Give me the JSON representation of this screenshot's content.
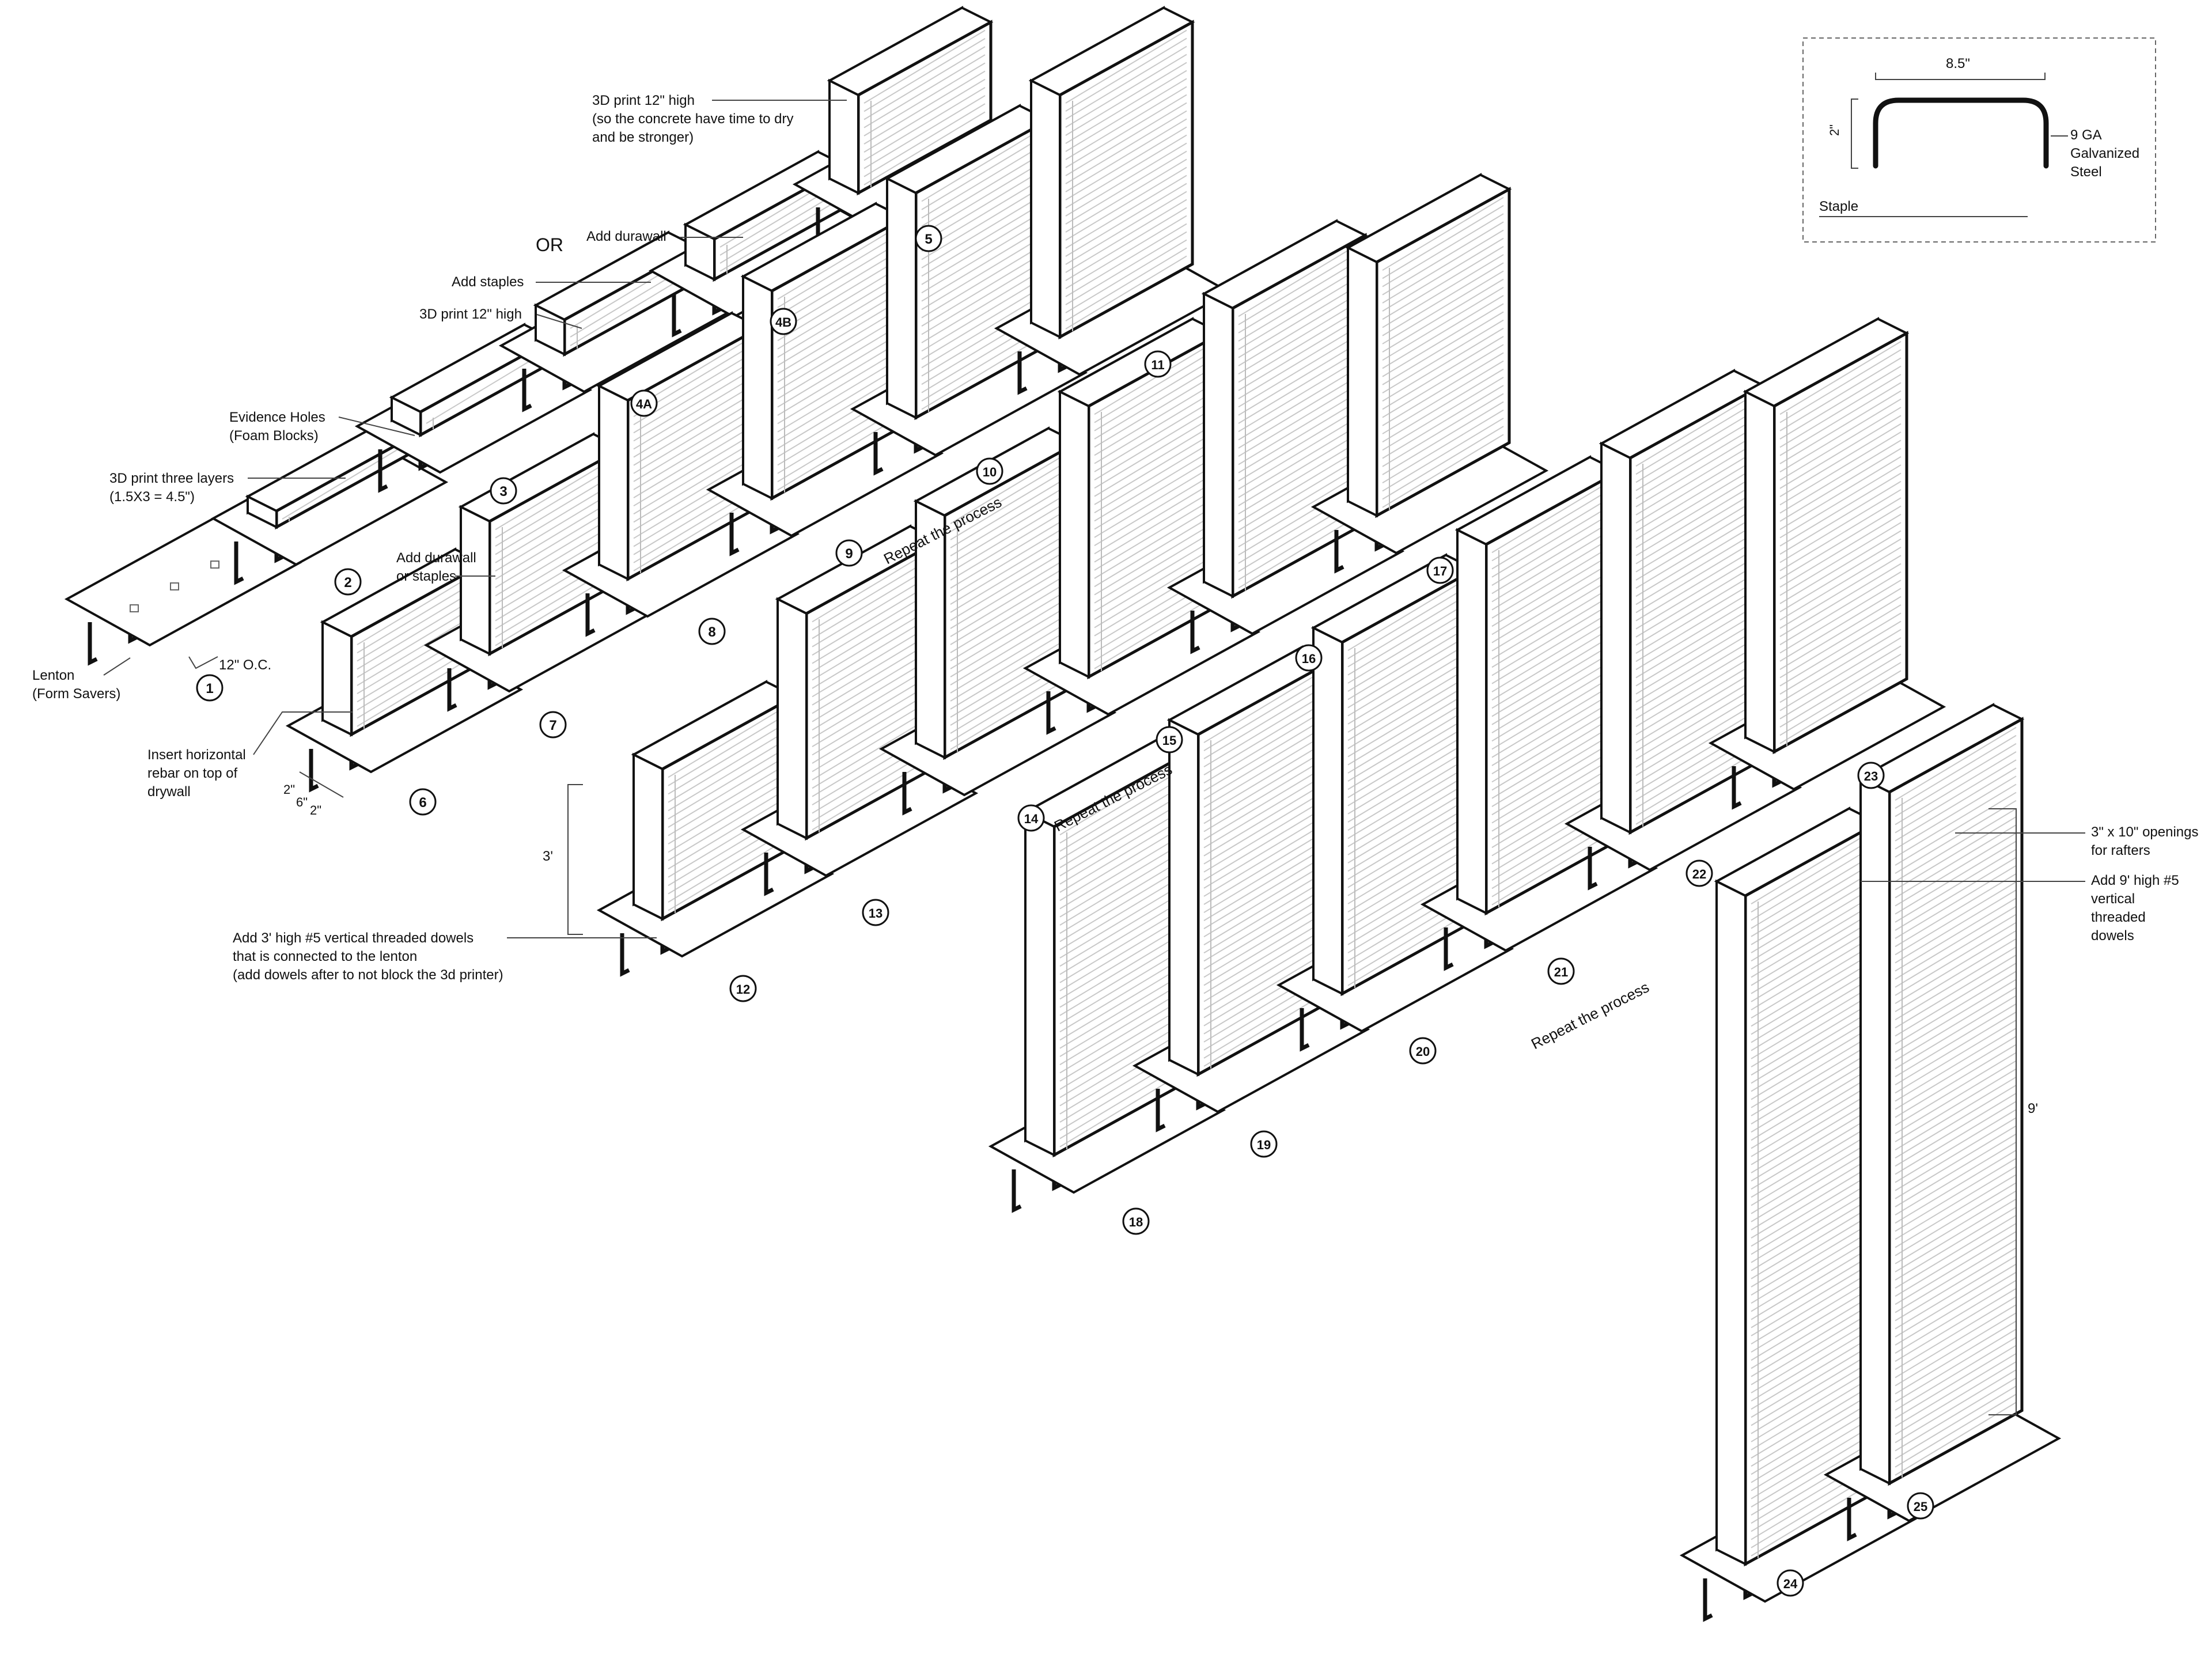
{
  "steps": [
    {
      "id": "1",
      "desc": "Lenton (Form Savers)"
    },
    {
      "id": "2",
      "desc": "3D print three layers (1.5X3 = 4.5\")"
    },
    {
      "id": "3",
      "desc": "Evidence Holes (Foam Blocks)"
    },
    {
      "id": "4A",
      "desc": "Add staples"
    },
    {
      "id": "4B",
      "desc": "Add durawall"
    },
    {
      "id": "5",
      "desc": "3D print 12\" high"
    },
    {
      "id": "6",
      "desc": "Insert horizontal rebar on top of drywall"
    },
    {
      "id": "7",
      "desc": "Add durawall or staples"
    },
    {
      "id": "8",
      "desc": ""
    },
    {
      "id": "9",
      "desc": ""
    },
    {
      "id": "10",
      "desc": ""
    },
    {
      "id": "11",
      "desc": ""
    },
    {
      "id": "12",
      "desc": "Add 3' high #5 vertical threaded dowels"
    },
    {
      "id": "13",
      "desc": ""
    },
    {
      "id": "14",
      "desc": ""
    },
    {
      "id": "15",
      "desc": ""
    },
    {
      "id": "16",
      "desc": ""
    },
    {
      "id": "17",
      "desc": ""
    },
    {
      "id": "18",
      "desc": ""
    },
    {
      "id": "19",
      "desc": ""
    },
    {
      "id": "20",
      "desc": ""
    },
    {
      "id": "21",
      "desc": ""
    },
    {
      "id": "22",
      "desc": ""
    },
    {
      "id": "23",
      "desc": ""
    },
    {
      "id": "24",
      "desc": ""
    },
    {
      "id": "25",
      "desc": "Add 9' high #5 vertical threaded dowels"
    }
  ],
  "annotations": {
    "lenton": [
      "Lenton",
      "(Form Savers)"
    ],
    "spacing": "12\" O.C.",
    "print_three": [
      "3D print three layers",
      "(1.5X3 = 4.5\")"
    ],
    "evidence_holes": [
      "Evidence Holes",
      "(Foam Blocks)"
    ],
    "print_12_a": "3D print 12\" high",
    "add_staples": "Add staples",
    "or": "OR",
    "add_durawall": "Add durawall",
    "print_12_b": [
      "3D print 12\" high",
      "(so the concrete have time to dry",
      "and be stronger)"
    ],
    "add_durawall_or_staples": [
      "Add durawall",
      "or staples"
    ],
    "insert_rebar": [
      "Insert horizontal",
      "rebar on top of",
      "drywall"
    ],
    "dims_small": {
      "d1": "2\"",
      "d2": "6\"",
      "d3": "2\""
    },
    "dim_3ft": "3'",
    "dowels_3ft": [
      "Add 3' high #5 vertical threaded dowels",
      "that is connected to the lenton",
      "(add dowels after to not block the 3d printer)"
    ],
    "repeat": "Repeat the process",
    "openings": [
      "3\" x 10\" openings",
      "for rafters"
    ],
    "dowels_9ft": [
      "Add 9' high #5",
      "vertical",
      "threaded",
      "dowels"
    ],
    "dim_9ft": "9'"
  },
  "staple_detail": {
    "width": "8.5\"",
    "height": "2\"",
    "material": [
      "9 GA",
      "Galvanized",
      "Steel"
    ],
    "caption": "Staple"
  }
}
